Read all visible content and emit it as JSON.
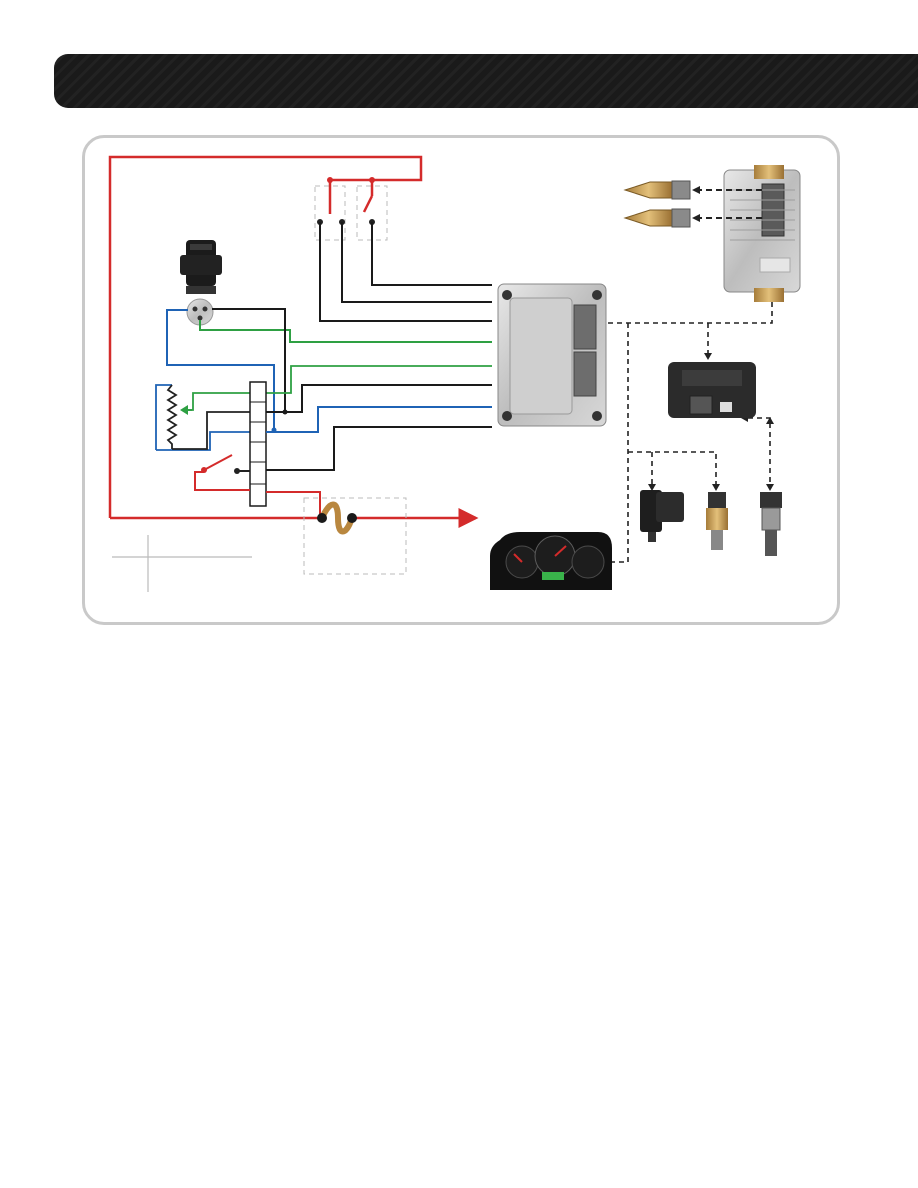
{
  "header": {
    "title": ""
  },
  "diagram": {
    "components": [
      "ignition-switch",
      "accelerator-pedal",
      "fuse-block",
      "relay-1",
      "relay-2",
      "ecm",
      "injector-control-module",
      "fuel-injector-1",
      "fuel-injector-2",
      "sensor-module",
      "sensor-1",
      "sensor-2",
      "sensor-3",
      "instrument-cluster",
      "fuse"
    ]
  },
  "colors": {
    "power": "#d42b2b",
    "ground": "#1a1a1a",
    "signal_green": "#2ea043",
    "signal_blue": "#1f63b5",
    "dashed": "#333333",
    "frame": "#c9c9c9"
  }
}
